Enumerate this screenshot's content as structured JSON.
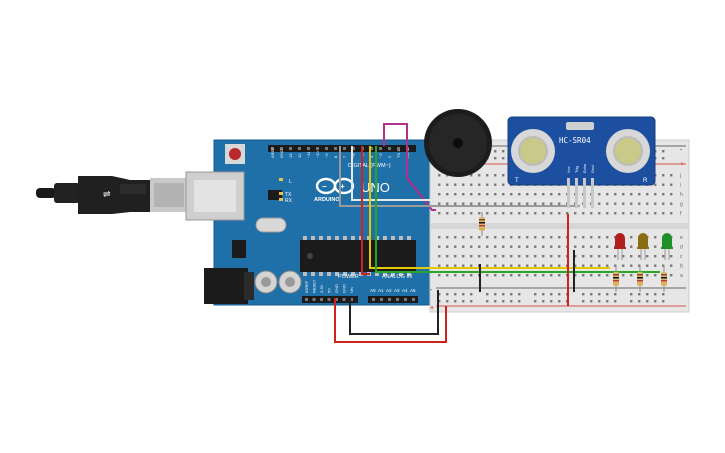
{
  "board": {
    "brand": "ARDUINO",
    "model": "UNO",
    "digital_label": "DIGITAL (PWM~)",
    "power_label": "POWER",
    "analog_label": "ANALOG IN",
    "tx": "TX",
    "rx": "RX",
    "l": "L",
    "digital_pins": [
      "AREF",
      "GND",
      "13",
      "12",
      "~11",
      "~10",
      "~9",
      "8",
      "7",
      "~6",
      "~5",
      "4",
      "~3",
      "2",
      "TX 1",
      "RX 0"
    ],
    "power_pins": [
      "IOREF",
      "RESET",
      "3.3V",
      "5V",
      "GND",
      "GND",
      "Vin"
    ],
    "analog_pins": [
      "A0",
      "A1",
      "A2",
      "A3",
      "A4",
      "A5"
    ]
  },
  "sensor": {
    "label": "HC-SR04",
    "t": "T",
    "r": "R",
    "pins": [
      "Vcc",
      "Trig",
      "Echo",
      "Gnd"
    ]
  },
  "leds": [
    {
      "color": "#b0201c"
    },
    {
      "color": "#8a6d12"
    },
    {
      "color": "#1f8f2a"
    }
  ],
  "breadboard": {
    "row_letters_top": [
      "j",
      "i",
      "h",
      "g",
      "f"
    ],
    "row_letters_bottom": [
      "e",
      "d",
      "c",
      "b",
      "a"
    ],
    "plus": "+",
    "minus": "-"
  },
  "wire_colors": {
    "red": "#d0221c",
    "black": "#222222",
    "yellow": "#e6c800",
    "green": "#2aa52a",
    "magenta": "#b0308a",
    "gray": "#9a9a9a",
    "white": "#e8e8e8"
  }
}
